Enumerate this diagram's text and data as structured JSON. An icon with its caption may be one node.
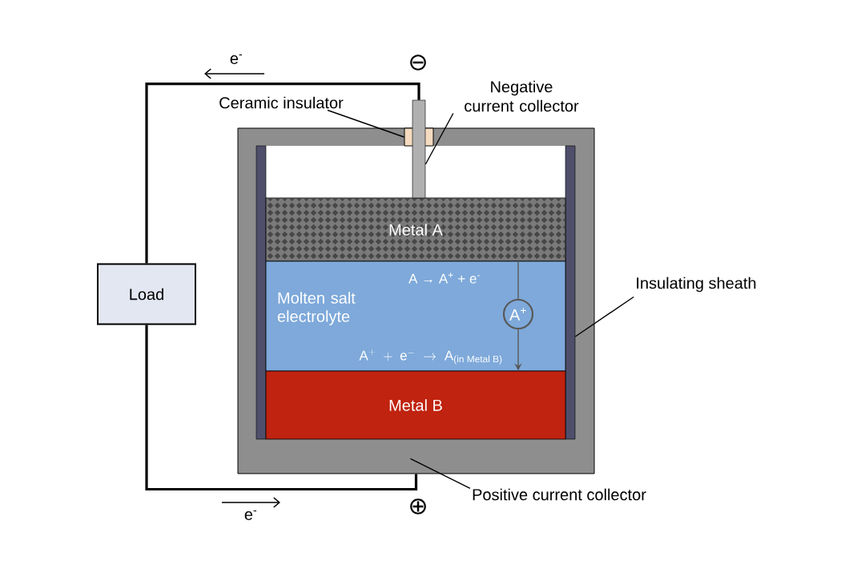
{
  "diagram": {
    "nodes": [
      {
        "text": [
          "Load"
        ]
      },
      {
        "text": [],
        "shape": "box"
      },
      {
        "text": [],
        "shape": "bar",
        "in": 1
      },
      {
        "text": [],
        "shape": "bar",
        "in": 1
      },
      {
        "text": [
          "Metal A"
        ],
        "in": 1
      },
      {
        "text": [
          "Molten salt electrolyte",
          "A → A$^{+}$ + e$^{-}$",
          "\\text{A}^{+}\\;+\\;\\text{e}^{-}\\;\\rightarrow\\;\\text{A}_{\\text{(in Metal B)}}"
        ],
        "in": 1
      },
      {
        "text": [
          "Metal B"
        ],
        "in": 1
      },
      {
        "text": [
          "A$^{+}$"
        ],
        "in": 5
      },
      {
        "text": [],
        "shape": "bar"
      },
      {
        "text": [],
        "shape": "box",
        "in": 1
      },
      {
        "text": [
          "Ceramic insulator"
        ]
      },
      {
        "text": [
          "Negative current collector"
        ]
      },
      {
        "text": [
          "Insulating sheath"
        ]
      },
      {
        "text": [
          "Positive current collector"
        ]
      }
    ],
    "edges": [
      {
        "from": 0,
        "to": 8,
        "arrow": "none",
        "style": "thick"
      },
      {
        "from": 0,
        "to": 1,
        "arrow": "none",
        "style": "thick"
      },
      {
        "from": 4,
        "to": 7,
        "arrow": "none",
        "color": "#595959"
      },
      {
        "from": 7,
        "to": 6,
        "arrow": "to",
        "color": "#595959"
      },
      {
        "from": 10,
        "to": 9,
        "arrow": "none"
      },
      {
        "from": 11,
        "to": 8,
        "arrow": "none"
      },
      {
        "from": 12,
        "to": 3,
        "arrow": "none"
      },
      {
        "from": 13,
        "to": 1,
        "arrow": "none"
      }
    ],
    "labels": [
      "e$^{-}$",
      "⊖",
      "⊕",
      "e$^{-}$"
    ]
  }
}
